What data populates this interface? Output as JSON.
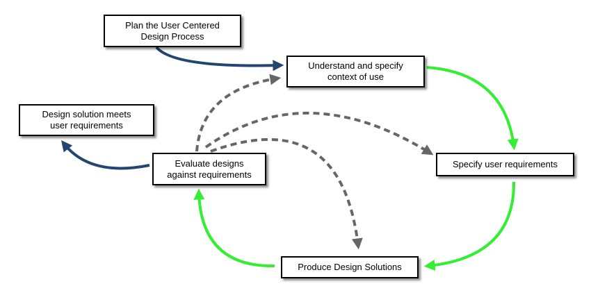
{
  "nodes": {
    "plan": "Plan the User Centered\nDesign Process",
    "understand": "Understand and specify\ncontext of use",
    "meets": "Design solution meets\nuser requirements",
    "evaluate": "Evaluate designs\nagainst requirements",
    "specify": "Specify user requirements",
    "produce": "Produce Design Solutions"
  },
  "colors": {
    "cycle_arrow": "#33ee33",
    "entry_exit_arrow": "#23456f",
    "feedback_arrow": "#666666",
    "box_border": "#000000"
  }
}
